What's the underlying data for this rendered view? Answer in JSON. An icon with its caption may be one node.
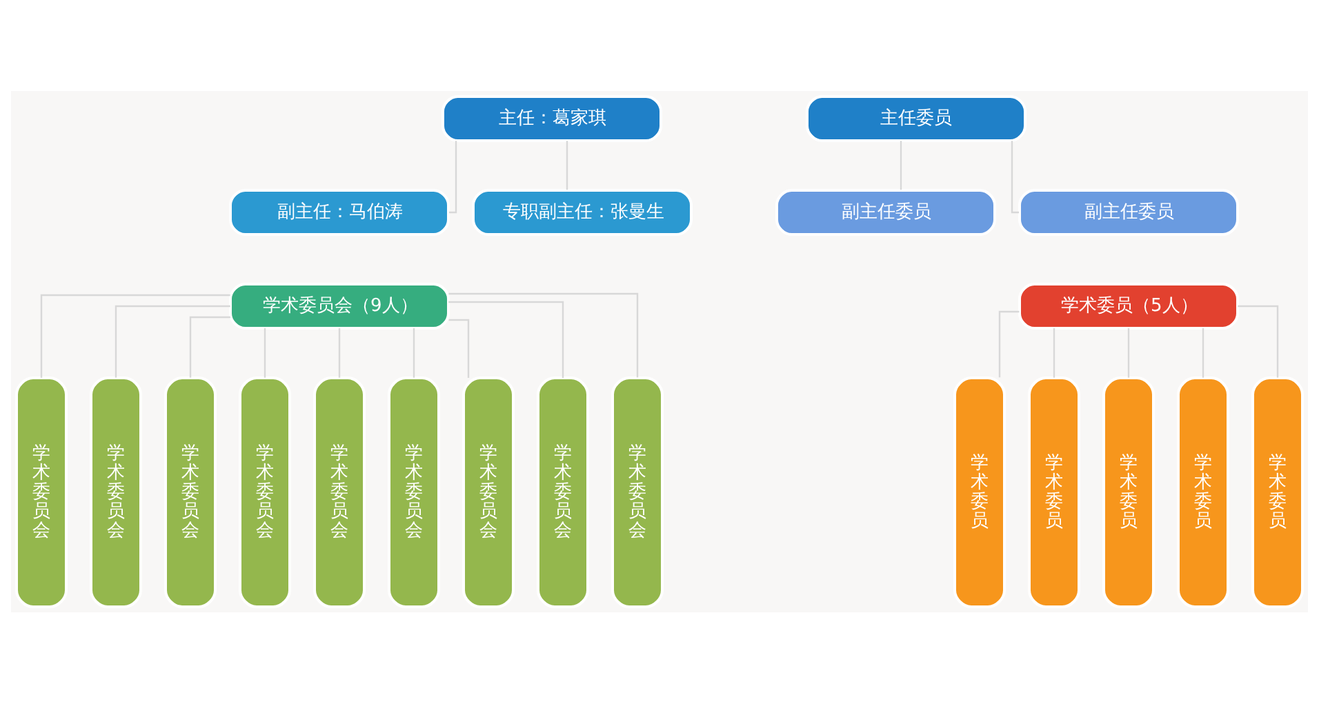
{
  "diagram": {
    "nodes": [
      {
        "text": [
          "主任：葛家琪"
        ]
      },
      {
        "text": [
          "主任委员"
        ]
      },
      {
        "text": [
          "副主任：马伯涛"
        ]
      },
      {
        "text": [
          "专职副主任：张曼生"
        ]
      },
      {
        "text": [
          "副主任委员"
        ]
      },
      {
        "text": [
          "副主任委员"
        ]
      },
      {
        "text": [
          "学术委员会（9人）"
        ]
      },
      {
        "text": [
          "学术委员（5人）"
        ]
      },
      {
        "text": [
          "学术委员会"
        ]
      },
      {
        "text": [
          "学术委员会"
        ]
      },
      {
        "text": [
          "学术委员会"
        ]
      },
      {
        "text": [
          "学术委员会"
        ]
      },
      {
        "text": [
          "学术委员会"
        ]
      },
      {
        "text": [
          "学术委员会"
        ]
      },
      {
        "text": [
          "学术委员会"
        ]
      },
      {
        "text": [
          "学术委员会"
        ]
      },
      {
        "text": [
          "学术委员会"
        ]
      },
      {
        "text": [
          "学术委员"
        ]
      },
      {
        "text": [
          "学术委员"
        ]
      },
      {
        "text": [
          "学术委员"
        ]
      },
      {
        "text": [
          "学术委员"
        ]
      },
      {
        "text": [
          "学术委员"
        ]
      }
    ],
    "edges": [
      {
        "from": 0,
        "to": 2,
        "arrow": "none"
      },
      {
        "from": 0,
        "to": 3,
        "arrow": "none"
      },
      {
        "from": 1,
        "to": 4,
        "arrow": "none"
      },
      {
        "from": 1,
        "to": 5,
        "arrow": "none"
      },
      {
        "from": 6,
        "to": 8,
        "arrow": "none"
      },
      {
        "from": 6,
        "to": 9,
        "arrow": "none"
      },
      {
        "from": 6,
        "to": 10,
        "arrow": "none"
      },
      {
        "from": 6,
        "to": 11,
        "arrow": "none"
      },
      {
        "from": 6,
        "to": 12,
        "arrow": "none"
      },
      {
        "from": 6,
        "to": 13,
        "arrow": "none"
      },
      {
        "from": 6,
        "to": 14,
        "arrow": "none"
      },
      {
        "from": 6,
        "to": 15,
        "arrow": "none"
      },
      {
        "from": 6,
        "to": 16,
        "arrow": "none"
      },
      {
        "from": 7,
        "to": 17,
        "arrow": "none"
      },
      {
        "from": 7,
        "to": 18,
        "arrow": "none"
      },
      {
        "from": 7,
        "to": 19,
        "arrow": "none"
      },
      {
        "from": 7,
        "to": 20,
        "arrow": "none"
      },
      {
        "from": 7,
        "to": 21,
        "arrow": "none"
      }
    ]
  }
}
